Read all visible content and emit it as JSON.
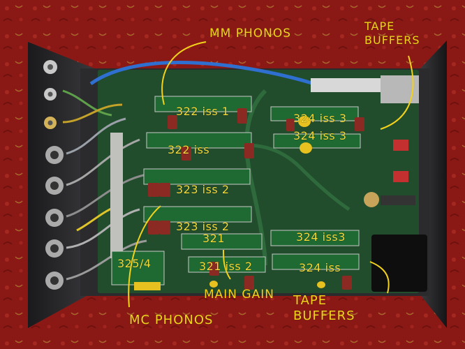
{
  "annotations": {
    "mm_phonos": "MM PHONOS",
    "tape_buffers_top": "TAPE\nBUFFERS",
    "mc_phonos": "MC PHONOS",
    "main_gain": "MAIN GAIN",
    "tape_buffers_bottom": "TAPE\nBUFFERS"
  },
  "board_labels": {
    "b1": "322 iss 1",
    "b2": "322 iss",
    "b3": "323 iss 2",
    "b4": "323 iss 2",
    "b5": "324 iss 3",
    "b6": "324 iss 3",
    "b7": "321",
    "b8": "321 iss 2",
    "b9": "324 iss3",
    "b10": "324 iss",
    "b11": "325/4"
  },
  "colors": {
    "carpet": "#8e1a16",
    "pcb": "#1f4a2a",
    "chassis": "#2a2a2c",
    "annotation": "#f2d21b"
  }
}
